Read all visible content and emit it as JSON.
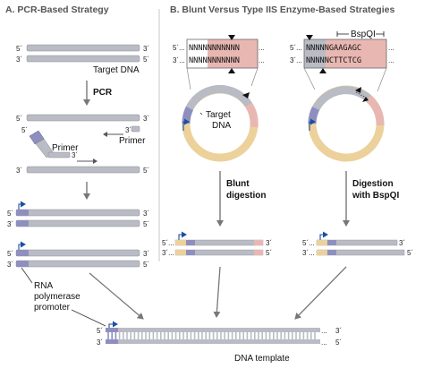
{
  "panel_a": {
    "title": "A. PCR-Based Strategy",
    "target_dna": "Target DNA",
    "pcr": "PCR",
    "primer_top": "Primer",
    "primer_bottom": "Primer",
    "rna_l1": "RNA",
    "rna_l2": "polymerase",
    "rna_l3": "promoter"
  },
  "panel_b": {
    "title": "B. Blunt Versus Type IIS Enzyme-Based Strategies",
    "target_l1": "Target",
    "target_l2": "DNA",
    "bspqi_label": "BspQI",
    "blunt_l1": "Blunt",
    "blunt_l2": "digestion",
    "dig_l1": "Digestion",
    "dig_l2": "with BspQI",
    "seq_blunt_top": "NNNNNNNNNNN",
    "seq_blunt_bot": "NNNNNNNNNNN",
    "seq_bsp_top": "NNNNNGAAGAGC",
    "seq_bsp_bot": "NNNNNCTTCTCG"
  },
  "bottom": {
    "dna_template": "DNA template"
  },
  "marks": {
    "p5": "5´",
    "p3": "3´",
    "ell": "...",
    "p5e": "5´...",
    "p3e": "3´..."
  },
  "colors": {
    "strand": "#b9bcc4",
    "promoter": "#8e8fbf",
    "tan": "#ecd19b",
    "pink": "#e9b7b2",
    "arrow": "#1b4fa0"
  }
}
